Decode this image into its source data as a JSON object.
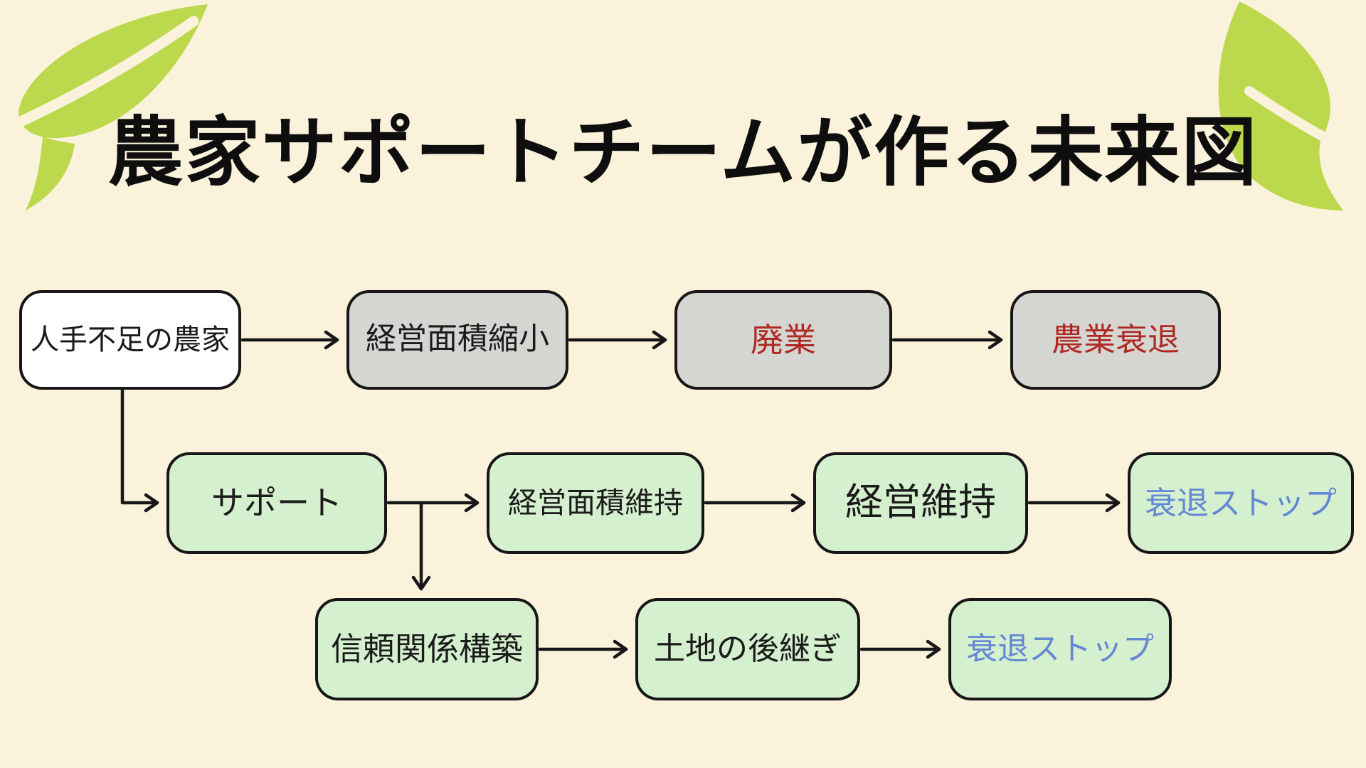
{
  "title": "農家サポートチームが作る未来図",
  "colors": {
    "background": "#FBF2DC",
    "leaf_green": "#BCD84C",
    "box_white": "#FFFFFF",
    "box_gray": "#D5D5D2",
    "box_green": "#D5F0CE",
    "border_black": "#171717",
    "text_black": "#1b1b1b",
    "text_red": "#B02A24",
    "text_blue": "#6488D4"
  },
  "nodes": [
    {
      "id": "understaffed-farmers",
      "label": "人手不足の農家",
      "variant": "white",
      "text_color": "black"
    },
    {
      "id": "area-shrink",
      "label": "経営面積縮小",
      "variant": "gray",
      "text_color": "black"
    },
    {
      "id": "close-business",
      "label": "廃業",
      "variant": "gray",
      "text_color": "red"
    },
    {
      "id": "agriculture-decline",
      "label": "農業衰退",
      "variant": "gray",
      "text_color": "red"
    },
    {
      "id": "support",
      "label": "サポート",
      "variant": "green",
      "text_color": "black"
    },
    {
      "id": "area-maintain",
      "label": "経営面積維持",
      "variant": "green",
      "text_color": "black"
    },
    {
      "id": "management-maintain",
      "label": "経営維持",
      "variant": "green",
      "text_color": "black"
    },
    {
      "id": "decline-stop-top",
      "label": "衰退ストップ",
      "variant": "green",
      "text_color": "blue"
    },
    {
      "id": "trust-building",
      "label": "信頼関係構築",
      "variant": "green",
      "text_color": "black"
    },
    {
      "id": "land-succession",
      "label": "土地の後継ぎ",
      "variant": "green",
      "text_color": "black"
    },
    {
      "id": "decline-stop-bottom",
      "label": "衰退ストップ",
      "variant": "green",
      "text_color": "blue"
    }
  ],
  "edges": [
    {
      "from": "understaffed-farmers",
      "to": "area-shrink"
    },
    {
      "from": "area-shrink",
      "to": "close-business"
    },
    {
      "from": "close-business",
      "to": "agriculture-decline"
    },
    {
      "from": "understaffed-farmers",
      "to": "support"
    },
    {
      "from": "support",
      "to": "area-maintain"
    },
    {
      "from": "support",
      "to": "trust-building"
    },
    {
      "from": "area-maintain",
      "to": "management-maintain"
    },
    {
      "from": "management-maintain",
      "to": "decline-stop-top"
    },
    {
      "from": "trust-building",
      "to": "land-succession"
    },
    {
      "from": "land-succession",
      "to": "decline-stop-bottom"
    }
  ]
}
